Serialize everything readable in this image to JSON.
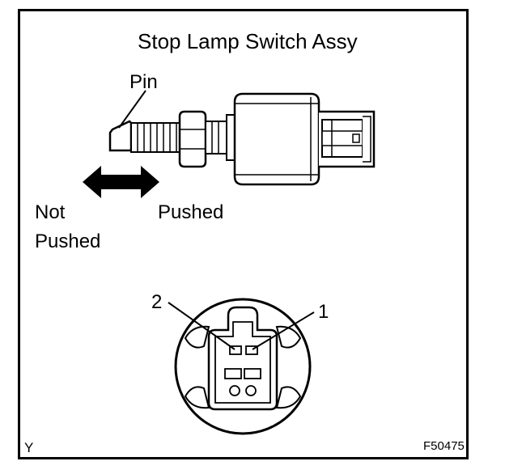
{
  "title": "Stop Lamp Switch Assy",
  "labels": {
    "pin": "Pin",
    "not": "Not",
    "pushed_left": "Pushed",
    "pushed_right": "Pushed",
    "terminal_2": "2",
    "terminal_1": "1"
  },
  "corner_mark": "Y",
  "figure_code": "F50475",
  "icons": {
    "switch": "stop-lamp-switch-icon",
    "arrow": "double-headed-arrow-icon",
    "connector": "connector-face-icon"
  },
  "colors": {
    "ink": "#000000",
    "background": "#ffffff"
  }
}
